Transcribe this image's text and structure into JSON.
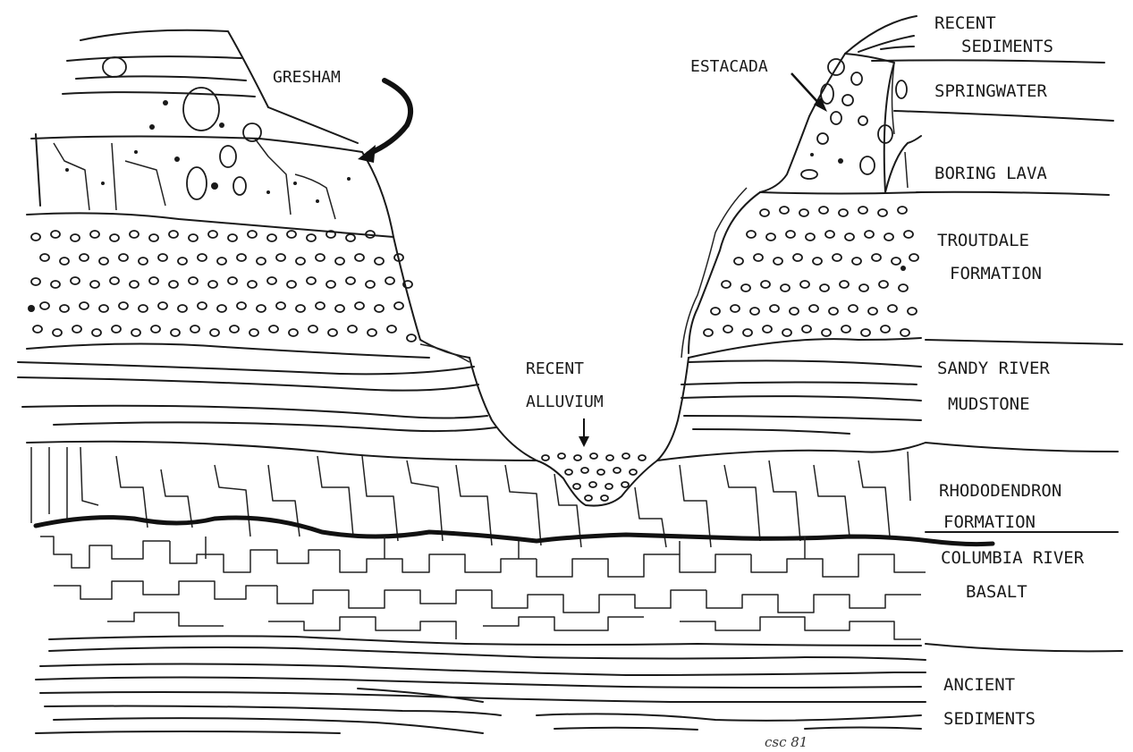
{
  "layer_labels": {
    "recent_sediments_1": "RECENT",
    "recent_sediments_2": "SEDIMENTS",
    "springwater": "SPRINGWATER",
    "boring_lava": "BORING LAVA",
    "troutdale_1": "TROUTDALE",
    "troutdale_2": "FORMATION",
    "sandy_river_1": "SANDY RIVER",
    "sandy_river_2": "MUDSTONE",
    "rhododendron_1": "RHODODENDRON",
    "rhododendron_2": "FORMATION",
    "columbia_1": "COLUMBIA RIVER",
    "columbia_2": "BASALT",
    "ancient_1": "ANCIENT",
    "ancient_2": "SEDIMENTS"
  },
  "place_labels": {
    "gresham": "GRESHAM",
    "estacada": "ESTACADA",
    "alluvium_1": "RECENT",
    "alluvium_2": "ALLUVIUM"
  },
  "signature": "csc 81"
}
